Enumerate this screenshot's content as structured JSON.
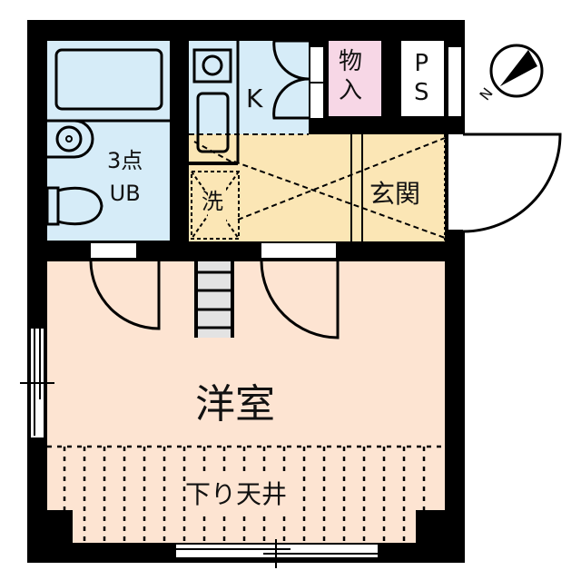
{
  "floorplan": {
    "colors": {
      "wall": "#000000",
      "wet_area": "#d6ecf8",
      "entry_area": "#fbe6b5",
      "storage": "#f7d7e6",
      "living": "#fde4d2",
      "stairs": "#e3e3e3",
      "ps": "#ffffff"
    },
    "rooms": {
      "bath": {
        "label_line1": "3点",
        "label_line2": "UB"
      },
      "kitchen": {
        "label": "K"
      },
      "storage": {
        "label_line1": "物",
        "label_line2": "入"
      },
      "pipe_space": {
        "label_line1": "P",
        "label_line2": "S"
      },
      "washroom": {
        "label": "洗"
      },
      "entrance": {
        "label": "玄関"
      },
      "western_room": {
        "label": "洋室"
      },
      "lowered_ceiling": {
        "label": "下り天井"
      }
    },
    "compass": {
      "label": "N",
      "icon": "north-arrow-icon"
    }
  }
}
